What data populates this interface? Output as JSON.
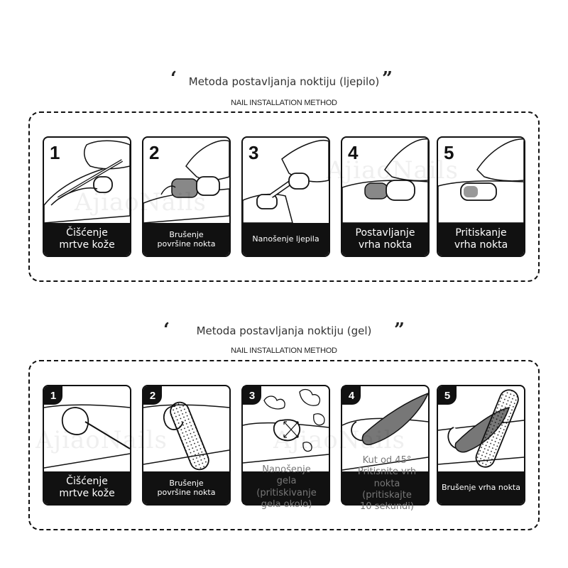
{
  "section1": {
    "title": "Metoda postavljanja noktiju (ljepilo)",
    "subtitle": "NAIL INSTALLATION METHOD",
    "open_quote": "‘",
    "close_quote": "”",
    "steps": [
      {
        "number": "1",
        "caption": "Čišćenje mrtve kože"
      },
      {
        "number": "2",
        "caption": "Brušenje površine nokta"
      },
      {
        "number": "3",
        "caption": "Nanošenje ljepila"
      },
      {
        "number": "4",
        "caption": "Postavljanje vrha nokta"
      },
      {
        "number": "5",
        "caption": "Pritiskanje vrha nokta"
      }
    ]
  },
  "section2": {
    "title": "Metoda postavljanja noktiju (gel)",
    "subtitle": "NAIL INSTALLATION METHOD",
    "open_quote": "‘",
    "close_quote": "”",
    "steps": [
      {
        "number": "1",
        "caption": "Čišćenje mrtve kože"
      },
      {
        "number": "2",
        "caption": "Brušenje površine nokta"
      },
      {
        "number": "3",
        "caption": "Nanošenje gela (pritiskivanje gela okolo)"
      },
      {
        "number": "4",
        "caption": "Kut od 45° Pritisnite vrh nokta (pritiskajte 10 sekundi)"
      },
      {
        "number": "5",
        "caption": "Brušenje vrha nokta"
      }
    ]
  },
  "watermark": "AjiaoNails",
  "colors": {
    "ink": "#111111",
    "nail_gray": "#777777",
    "caption_bg": "#111111"
  }
}
